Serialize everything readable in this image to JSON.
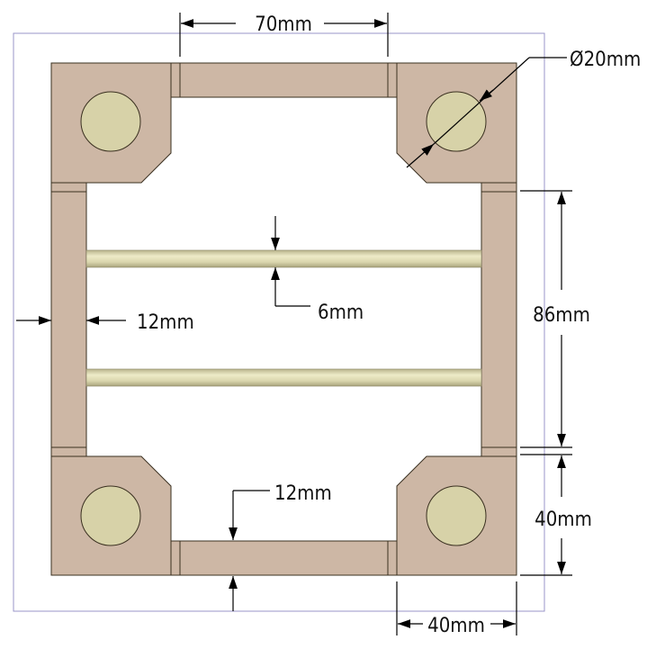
{
  "colors": {
    "frame": "#cdb7a5",
    "frame_dark": "#b8a08e",
    "boss_fill": "#d7d2a8",
    "rod_light": "#e6e2be",
    "rod_dark": "#b9b48c",
    "border": "#9a96c8",
    "line": "#000000"
  },
  "dimensions": {
    "top_width": "70mm",
    "diameter": "Ø20mm",
    "rod_thickness": "6mm",
    "side_thickness": "12mm",
    "side_height": "86mm",
    "bottom_thickness": "12mm",
    "corner_height": "40mm",
    "corner_width": "40mm"
  }
}
